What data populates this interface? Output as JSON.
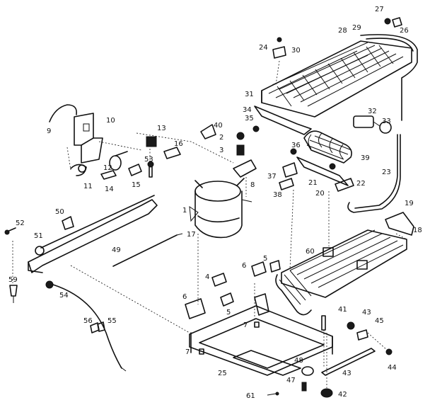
{
  "labels": [
    "1",
    "2",
    "3",
    "5",
    "6",
    "7",
    "8",
    "9",
    "10",
    "11",
    "12",
    "13",
    "14",
    "15",
    "16",
    "17",
    "18",
    "19",
    "20",
    "21",
    "22",
    "23",
    "24",
    "25",
    "26",
    "27",
    "28",
    "29",
    "30",
    "31",
    "32",
    "33",
    "34",
    "35",
    "36",
    "37",
    "38",
    "39",
    "40",
    "41",
    "42",
    "43",
    "44",
    "45",
    "47",
    "48",
    "49",
    "50",
    "51",
    "52",
    "53",
    "54",
    "55",
    "56",
    "59",
    "60",
    "61"
  ],
  "callouts": [
    {
      "text": "27"
    },
    {
      "text": "29"
    },
    {
      "text": "28"
    },
    {
      "text": "26"
    },
    {
      "text": "24"
    },
    {
      "text": "30"
    },
    {
      "text": "31"
    },
    {
      "text": "34"
    },
    {
      "text": "32"
    },
    {
      "text": "33"
    },
    {
      "text": "35"
    },
    {
      "text": "2"
    },
    {
      "text": "3"
    },
    {
      "text": "40"
    },
    {
      "text": "36"
    },
    {
      "text": "39"
    },
    {
      "text": "37"
    },
    {
      "text": "38"
    },
    {
      "text": "21"
    },
    {
      "text": "20"
    },
    {
      "text": "22"
    },
    {
      "text": "23"
    },
    {
      "text": "19"
    },
    {
      "text": "18"
    },
    {
      "text": "10"
    },
    {
      "text": "9"
    },
    {
      "text": "13"
    },
    {
      "text": "16"
    },
    {
      "text": "12"
    },
    {
      "text": "11"
    },
    {
      "text": "14"
    },
    {
      "text": "15"
    },
    {
      "text": "53"
    },
    {
      "text": "8"
    },
    {
      "text": "1"
    },
    {
      "text": "52"
    },
    {
      "text": "51"
    },
    {
      "text": "50"
    },
    {
      "text": "49"
    },
    {
      "text": "17"
    },
    {
      "text": "60"
    },
    {
      "text": "5"
    },
    {
      "text": "6"
    },
    {
      "text": "4"
    },
    {
      "text": "59"
    },
    {
      "text": "54"
    },
    {
      "text": "56"
    },
    {
      "text": "55"
    },
    {
      "text": "6"
    },
    {
      "text": "5"
    },
    {
      "text": "7"
    },
    {
      "text": "41"
    },
    {
      "text": "43"
    },
    {
      "text": "45"
    },
    {
      "text": "7"
    },
    {
      "text": "25"
    },
    {
      "text": "48"
    },
    {
      "text": "43"
    },
    {
      "text": "44"
    },
    {
      "text": "47"
    },
    {
      "text": "42"
    },
    {
      "text": "61"
    }
  ]
}
